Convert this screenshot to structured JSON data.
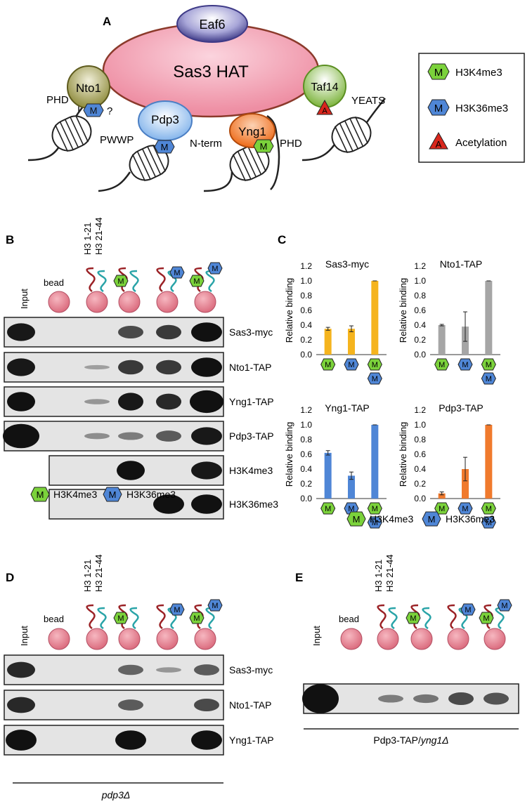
{
  "panel_a": {
    "letter": "A",
    "complex": "Sas3 HAT",
    "subunits": {
      "eaf6": "Eaf6",
      "nto1": "Nto1",
      "pdp3": "Pdp3",
      "yng1": "Yng1",
      "taf14": "Taf14"
    },
    "domains": {
      "phd_left": "PHD",
      "pwwp": "PWWP",
      "nterm": "N-term",
      "phd_right": "PHD",
      "yeats": "YEATS",
      "question": "?"
    },
    "legend": {
      "m_letter": "M",
      "a_letter": "A",
      "k4": "H3K4me3",
      "k36": "H3K36me3",
      "ac": "Acetylation"
    }
  },
  "panel_b": {
    "letter": "B",
    "lane_input": "Input",
    "lane_bead": "bead",
    "peptide_1": "H3 1-21",
    "peptide_2": "H3 21-44",
    "blots": [
      "Sas3-myc",
      "Nto1-TAP",
      "Yng1-TAP",
      "Pdp3-TAP",
      "H3K4me3",
      "H3K36me3"
    ],
    "legend_k4": "H3K4me3",
    "legend_k36": "H3K36me3"
  },
  "panel_c": {
    "letter": "C",
    "legend_k4": "H3K4me3",
    "legend_k36": "H3K36me3",
    "ylabel": "Relative binding"
  },
  "chart_data": [
    {
      "type": "bar",
      "title": "Sas3-myc",
      "ylabel": "Relative binding",
      "ylim": [
        0,
        1.2
      ],
      "yticks": [
        "0.0",
        "0.2",
        "0.4",
        "0.6",
        "0.8",
        "1.0",
        "1.2"
      ],
      "categories": [
        "H3K4me3",
        "H3K36me3",
        "H3K4me3+H3K36me3"
      ],
      "values": [
        0.35,
        0.35,
        1.0
      ],
      "errors": [
        0.02,
        0.04,
        0.0
      ],
      "color": "#F5B41E"
    },
    {
      "type": "bar",
      "title": "Nto1-TAP",
      "ylabel": "Relative binding",
      "ylim": [
        0,
        1.2
      ],
      "yticks": [
        "0.0",
        "0.2",
        "0.4",
        "0.6",
        "0.8",
        "1.0",
        "1.2"
      ],
      "categories": [
        "H3K4me3",
        "H3K36me3",
        "H3K4me3+H3K36me3"
      ],
      "values": [
        0.4,
        0.38,
        1.0
      ],
      "errors": [
        0.01,
        0.2,
        0.0
      ],
      "color": "#A6A6A6"
    },
    {
      "type": "bar",
      "title": "Yng1-TAP",
      "ylabel": "Relative binding",
      "ylim": [
        0,
        1.2
      ],
      "yticks": [
        "0.0",
        "0.2",
        "0.4",
        "0.6",
        "0.8",
        "1.0",
        "1.2"
      ],
      "categories": [
        "H3K4me3",
        "H3K36me3",
        "H3K4me3+H3K36me3"
      ],
      "values": [
        0.62,
        0.31,
        1.0
      ],
      "errors": [
        0.03,
        0.05,
        0.0
      ],
      "color": "#4F86D6"
    },
    {
      "type": "bar",
      "title": "Pdp3-TAP",
      "ylabel": "Relative binding",
      "ylim": [
        0,
        1.2
      ],
      "yticks": [
        "0.0",
        "0.2",
        "0.4",
        "0.6",
        "0.8",
        "1.0",
        "1.2"
      ],
      "categories": [
        "H3K4me3",
        "H3K36me3",
        "H3K4me3+H3K36me3"
      ],
      "values": [
        0.07,
        0.4,
        1.0
      ],
      "errors": [
        0.02,
        0.16,
        0.0
      ],
      "color": "#F07A2D"
    }
  ],
  "panel_d": {
    "letter": "D",
    "lane_input": "Input",
    "lane_bead": "bead",
    "peptide_1": "H3 1-21",
    "peptide_2": "H3 21-44",
    "blots": [
      "Sas3-myc",
      "Nto1-TAP",
      "Yng1-TAP"
    ],
    "strain": "pdp3Δ"
  },
  "panel_e": {
    "letter": "E",
    "lane_input": "Input",
    "lane_bead": "bead",
    "peptide_1": "H3 1-21",
    "peptide_2": "H3 21-44",
    "strain_prefix": "Pdp3-TAP/",
    "strain_gene": "yng1Δ"
  },
  "colors": {
    "k4_fill": "#7BD23B",
    "k36_fill": "#4F86D6",
    "ac_fill": "#D9261C",
    "sas3_fill": "#F2A4B4",
    "eaf6_fill": "#3E3A87",
    "nto1_fill": "#8D8A3A",
    "pdp3_fill": "#79AEEA",
    "yng1_fill": "#EE6A17",
    "taf14_fill": "#7BB33A",
    "peptide_red": "#9B2226",
    "peptide_teal": "#2AA4A8",
    "bead_fill": "#E07C8A"
  }
}
